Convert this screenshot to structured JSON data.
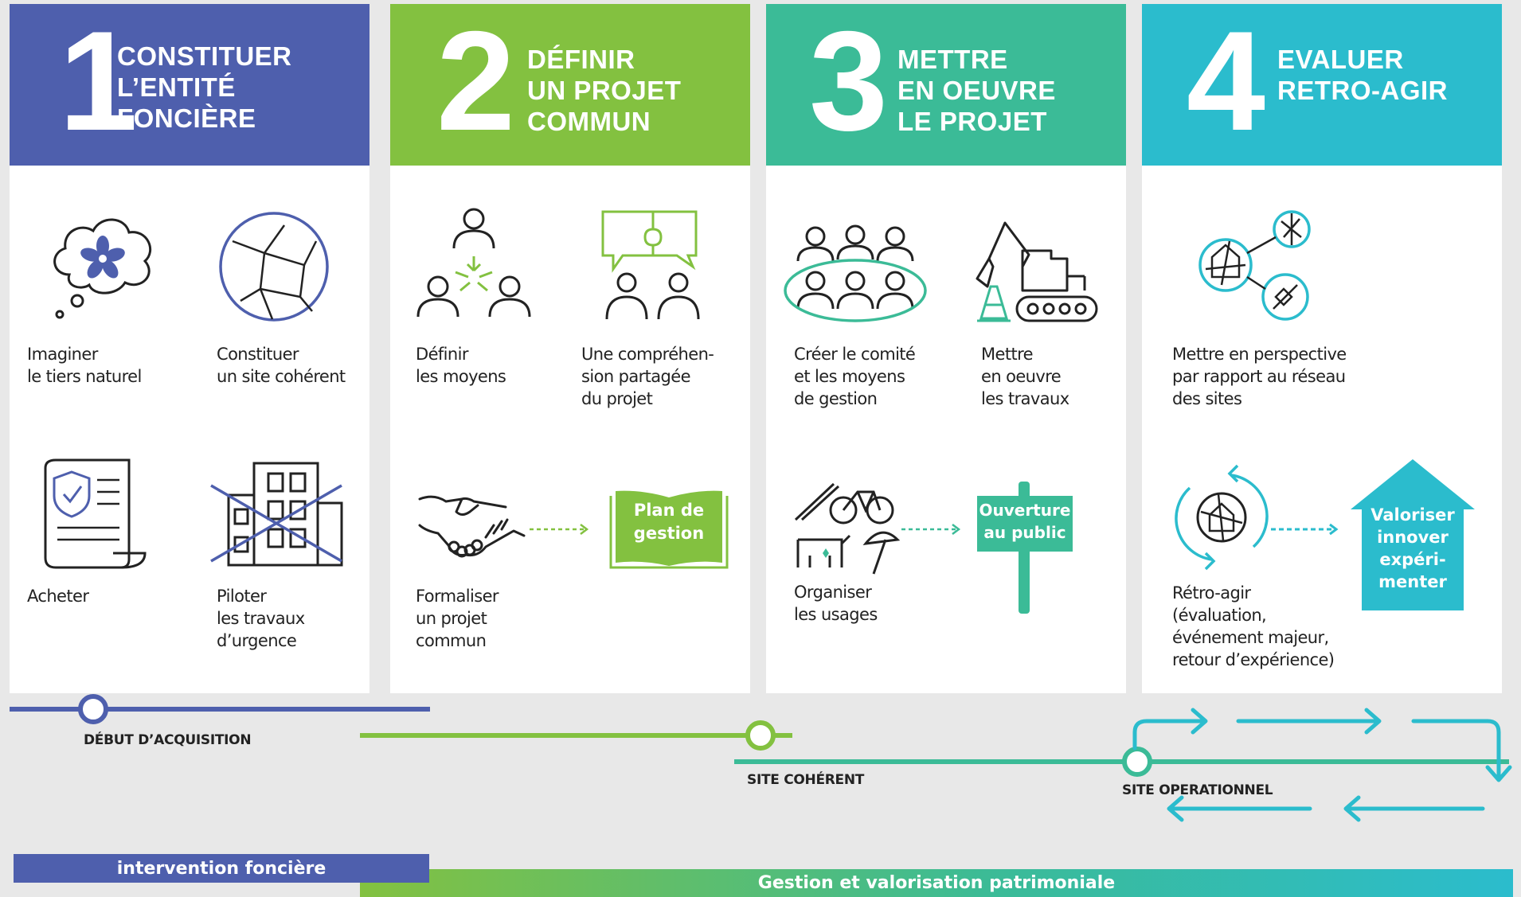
{
  "colors": {
    "blue": "#4e5fad",
    "green": "#83c140",
    "teal": "#3bbb97",
    "cyan": "#2bbccd",
    "background": "#e8e8e8"
  },
  "columns": [
    {
      "number": "1",
      "title": [
        "CONSTITUER",
        "L’ENTITÉ",
        "FONCIÈRE"
      ],
      "items": [
        {
          "icon": "thought-cloud-flower-icon",
          "label": [
            "Imaginer",
            "le tiers naturel"
          ]
        },
        {
          "icon": "parcel-map-icon",
          "label": [
            "Constituer",
            "un site cohérent"
          ]
        },
        {
          "icon": "deed-document-shield-icon",
          "label": [
            "Acheter"
          ]
        },
        {
          "icon": "crossed-out-building-icon",
          "label": [
            "Piloter",
            "les travaux",
            "d’urgence"
          ]
        }
      ]
    },
    {
      "number": "2",
      "title": [
        "DÉFINIR",
        "UN PROJET",
        "COMMUN"
      ],
      "items": [
        {
          "icon": "group-resources-icon",
          "label": [
            "Définir",
            "les moyens"
          ]
        },
        {
          "icon": "puzzle-speech-bubbles-icon",
          "label": [
            "Une compréhen-",
            "sion partagée",
            "du projet"
          ]
        },
        {
          "icon": "handshake-icon",
          "label": [
            "Formaliser",
            "un projet",
            "commun"
          ]
        }
      ],
      "book_label": [
        "Plan de",
        "gestion"
      ]
    },
    {
      "number": "3",
      "title": [
        "METTRE",
        "EN OEUVRE",
        "LE PROJET"
      ],
      "items": [
        {
          "icon": "committee-group-icon",
          "label": [
            "Créer le comité",
            "et les moyens",
            "de gestion"
          ]
        },
        {
          "icon": "excavator-icon",
          "label": [
            "Mettre",
            "en oeuvre",
            "les travaux"
          ]
        },
        {
          "icon": "usages-icon",
          "label": [
            "Organiser",
            "les usages"
          ]
        }
      ],
      "sign_label": [
        "Ouverture",
        "au public"
      ]
    },
    {
      "number": "4",
      "title": [
        "EVALUER",
        "RETRO-AGIR"
      ],
      "items": [
        {
          "icon": "site-network-icon",
          "label": [
            "Mettre en perspective",
            "par rapport au réseau",
            "des sites"
          ]
        },
        {
          "icon": "review-cycle-icon",
          "label": [
            "Rétro-agir",
            "(évaluation,",
            "événement majeur,",
            "retour d’expérience)"
          ]
        }
      ],
      "house_label": [
        "Valoriser",
        "innover",
        "expéri-",
        "menter"
      ]
    }
  ],
  "milestones": [
    "DÉBUT D’ACQUISITION",
    "SITE COHÉRENT",
    "SITE OPERATIONNEL"
  ],
  "bands": {
    "land": "intervention foncière",
    "heritage": "Gestion et valorisation patrimoniale"
  }
}
